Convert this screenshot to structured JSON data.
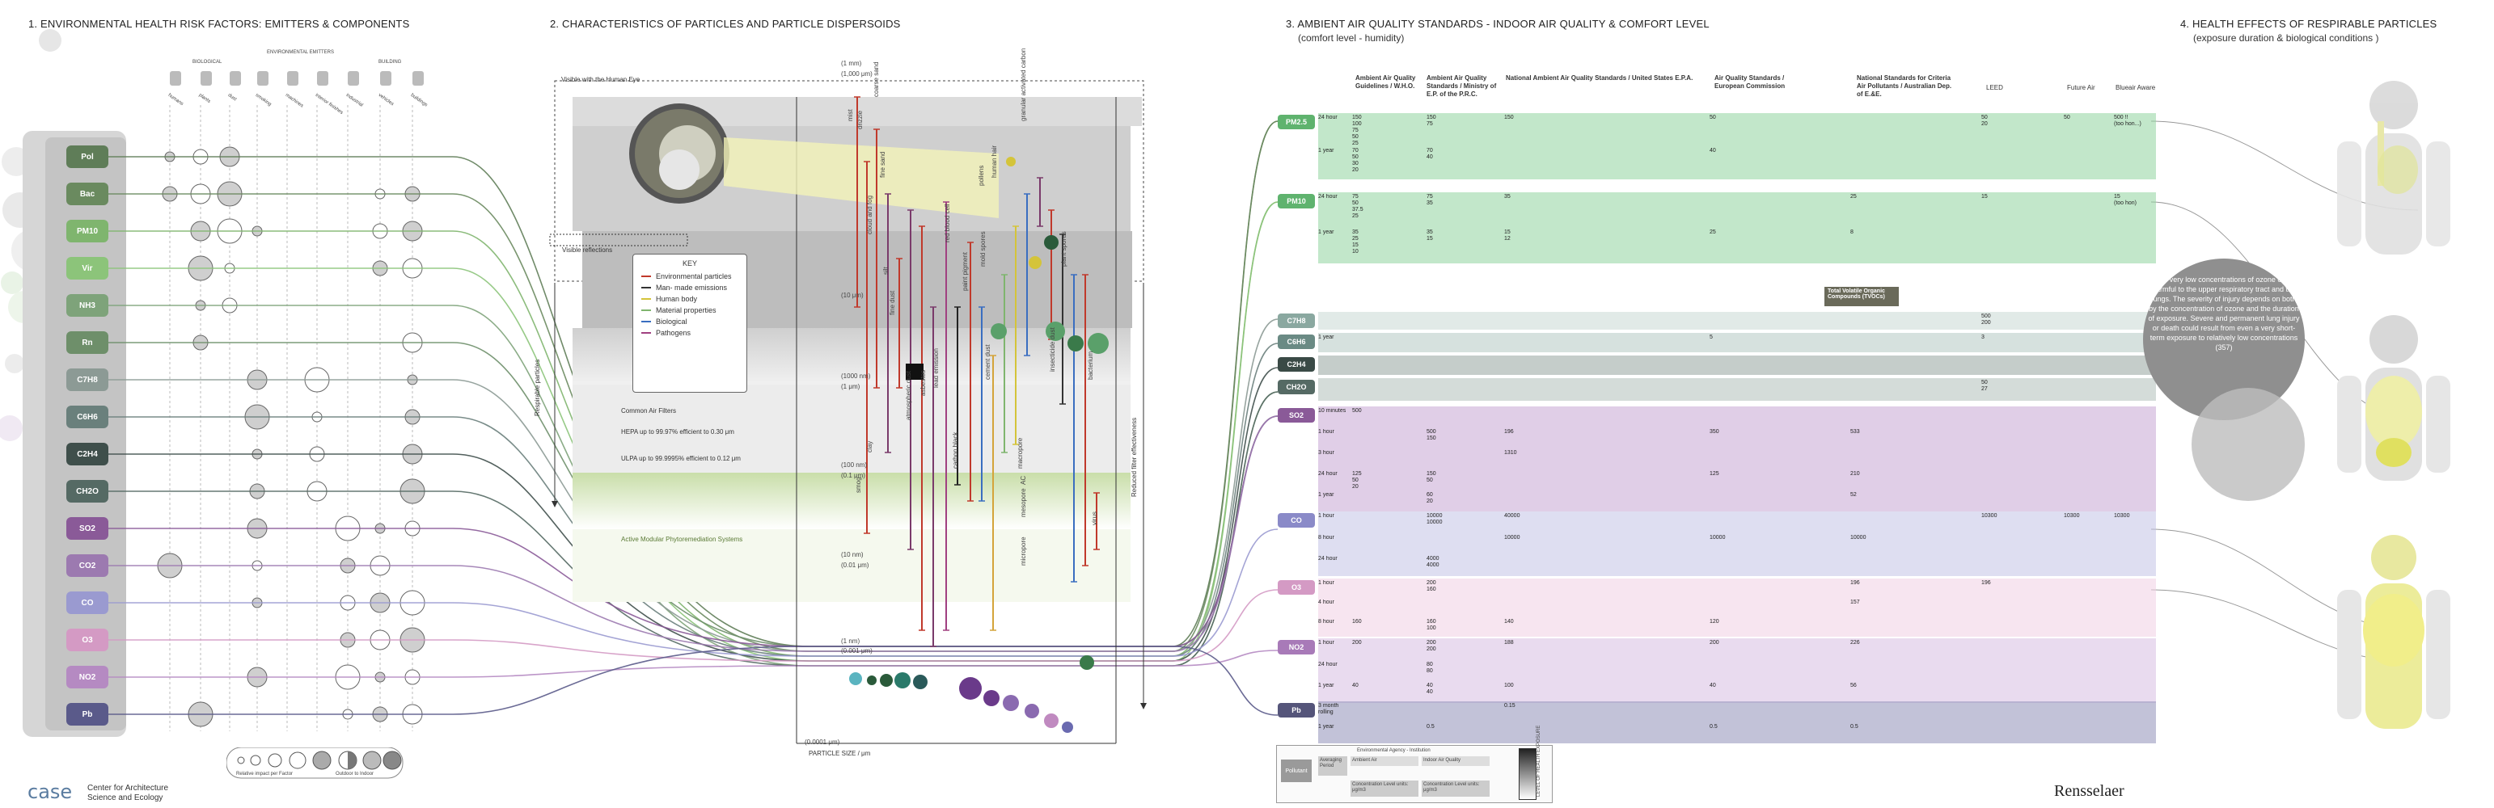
{
  "sections": {
    "s1": {
      "title": "1.  ENVIRONMENTAL HEALTH RISK FACTORS: EMITTERS & COMPONENTS",
      "emitters_heading": "ENVIRONMENTAL EMITTERS",
      "bio_label": "BIOLOGICAL",
      "bld_label": "BUILDING"
    },
    "s2": {
      "title": "2.  CHARACTERISTICS OF PARTICLES AND PARTICLE DISPERSOIDS"
    },
    "s3": {
      "title": "3.  AMBIENT AIR QUALITY STANDARDS - INDOOR AIR QUALITY & COMFORT LEVEL",
      "subtitle": "(comfort level - humidity)"
    },
    "s4": {
      "title": "4.  HEALTH EFFECTS OF RESPIRABLE PARTICLES",
      "subtitle": "(exposure duration & biological conditions )"
    }
  },
  "emitters": [
    "humans",
    "plants",
    "dust",
    "smoking",
    "machines",
    "interior finishes",
    "industrial",
    "vehicles",
    "buildings"
  ],
  "factors": [
    {
      "label": "Pol",
      "color": "#5f7d58"
    },
    {
      "label": "Bac",
      "color": "#6a8a5f"
    },
    {
      "label": "PM10",
      "color": "#7fb56e"
    },
    {
      "label": "Vir",
      "color": "#8cc47a"
    },
    {
      "label": "NH3",
      "color": "#7ea37a"
    },
    {
      "label": "Rn",
      "color": "#6e8f6a"
    },
    {
      "label": "C7H8",
      "color": "#8c9a95"
    },
    {
      "label": "C6H6",
      "color": "#6a807c"
    },
    {
      "label": "C2H4",
      "color": "#3f4f4b"
    },
    {
      "label": "CH2O",
      "color": "#556a64"
    },
    {
      "label": "SO2",
      "color": "#8a5a98"
    },
    {
      "label": "CO2",
      "color": "#9c7ab0"
    },
    {
      "label": "CO",
      "color": "#9a9ad0"
    },
    {
      "label": "O3",
      "color": "#d49ac4"
    },
    {
      "label": "NO2",
      "color": "#b58ac2"
    },
    {
      "label": "Pb",
      "color": "#5a5a8a"
    }
  ],
  "impact_legend": {
    "label1": "Relative impact per Factor",
    "label2": "Outdoor  to  Indoor"
  },
  "logo": {
    "abbr": "case",
    "line1": "Center for Architecture",
    "line2": "Science and Ecology"
  },
  "rpi": "Rensselaer",
  "particles": {
    "visible_label": "Visible with the Human Eye",
    "visible_reflections": "Visible reflections",
    "respirable": "Respirable particles",
    "reduced_filter": "Reduced filter effectiveness",
    "axis_label": "PARTICLE SIZE / μm",
    "scale": [
      "(1 mm)",
      "(1,000 μm)",
      "(10 μm)",
      "(1000 nm)",
      "(1 μm)",
      "(100 nm)",
      "(0.1 μm)",
      "(10 nm)",
      "(0.01 μm)",
      "(1 nm)",
      "(0.001 μm)",
      "(0.0001 μm)"
    ],
    "common_filters": "Common Air Filters",
    "hepa": "HEPA up to 99.97% efficient to 0.30 μm",
    "ulpa": "ULPA up to 99.9995% efficient to 0.12 μm",
    "amps": "Active Modular Phytoremediation Systems",
    "particle_labels": [
      "coarse sand",
      "fine sand",
      "mist",
      "drizzle",
      "silt",
      "cloud and fog",
      "fine dust",
      "clay",
      "smog",
      "atmospheric dust",
      "asbestos",
      "lead emission",
      "carbon black",
      "cement dust",
      "paint pigment",
      "pollens",
      "human hair",
      "red blood cell",
      "mold spores",
      "insecticide dust",
      "plant spores",
      "bacterium",
      "virus",
      "granular activated carbon",
      "macropore",
      "mesopore",
      "micropore",
      "AC"
    ]
  },
  "key": {
    "title": "KEY",
    "items": [
      {
        "label": "Environmental particles",
        "color": "#c0392b"
      },
      {
        "label": "Man- made emissions",
        "color": "#333333"
      },
      {
        "label": "Human body",
        "color": "#d4c43a"
      },
      {
        "label": "Material properties",
        "color": "#7fb56e"
      },
      {
        "label": "Biological",
        "color": "#3a6ec0"
      },
      {
        "label": "Pathogens",
        "color": "#a04080"
      }
    ]
  },
  "standards": {
    "columns": [
      "Ambient Air Quality Guidelines / W.H.O.",
      "Ambient Air Quality Standards / Ministry of E.P. of the P.R.C.",
      "National Ambient Air Quality Standards / United States E.P.A.",
      "Air Quality Standards / European Commission",
      "National Standards for Criteria Air Pollutants / Australian Dep. of  E.&E."
    ],
    "indoor_columns": [
      "LEED",
      "Future Air",
      "Blueair Aware"
    ],
    "tvoc": "Total Volatile Organic Compounds (TVOCs)",
    "pollutants": [
      {
        "label": "PM2.5",
        "color": "#5fb36e",
        "bg": "#8fd39e",
        "rows": [
          {
            "period": "24 hour",
            "who": "150\n100\n75\n50\n25",
            "prc": "150\n75",
            "epa": "150",
            "ec": "50",
            "au": "",
            "leed": "50\n20",
            "future": "50",
            "blue": "500 !!\n(too hon...)"
          },
          {
            "period": "1 year",
            "who": "70\n50\n30\n20",
            "prc": "70\n40",
            "epa": "",
            "ec": "40",
            "au": "",
            "leed": "",
            "future": "",
            "blue": ""
          }
        ]
      },
      {
        "label": "PM10",
        "color": "#5fb36e",
        "bg": "#8fd39e",
        "rows": [
          {
            "period": "24 hour",
            "who": "75\n50\n37.5\n25",
            "prc": "75\n35",
            "epa": "35",
            "ec": "",
            "au": "25",
            "leed": "15",
            "future": "",
            "blue": "15\n(too hon)"
          },
          {
            "period": "1 year",
            "who": "35\n25\n15\n10",
            "prc": "35\n15",
            "epa": "15\n12",
            "ec": "25",
            "au": "8",
            "leed": "",
            "future": "",
            "blue": ""
          }
        ]
      },
      {
        "label": "C7H8",
        "color": "#8aa8a0",
        "bg": "#c8d9d3",
        "rows": [
          {
            "period": "",
            "who": "",
            "prc": "",
            "epa": "",
            "ec": "",
            "au": "",
            "leed": "500\n200",
            "future": "",
            "blue": ""
          }
        ]
      },
      {
        "label": "C6H6",
        "color": "#6a8a84",
        "bg": "#b5c8c3",
        "rows": [
          {
            "period": "1 year",
            "who": "",
            "prc": "",
            "epa": "",
            "ec": "5",
            "au": "",
            "leed": "3",
            "future": "",
            "blue": ""
          }
        ]
      },
      {
        "label": "C2H4",
        "color": "#3a4a46",
        "bg": "#95a49f",
        "rows": [
          {
            "period": "",
            "who": "",
            "prc": "",
            "epa": "",
            "ec": "",
            "au": "",
            "leed": "",
            "future": "",
            "blue": ""
          }
        ]
      },
      {
        "label": "CH2O",
        "color": "#556a64",
        "bg": "#b0bfba",
        "rows": [
          {
            "period": "",
            "who": "",
            "prc": "",
            "epa": "",
            "ec": "",
            "au": "",
            "leed": "50\n27",
            "future": "",
            "blue": ""
          }
        ]
      },
      {
        "label": "SO2",
        "color": "#8a5a98",
        "bg": "#c7a6d3",
        "rows": [
          {
            "period": "10 minutes",
            "who": "500",
            "prc": "",
            "epa": "",
            "ec": "",
            "au": "",
            "leed": "",
            "future": "",
            "blue": ""
          },
          {
            "period": "1 hour",
            "who": "",
            "prc": "500\n150",
            "epa": "196",
            "ec": "350",
            "au": "533",
            "leed": "",
            "future": "",
            "blue": ""
          },
          {
            "period": "3 hour",
            "who": "",
            "prc": "",
            "epa": "1310",
            "ec": "",
            "au": "",
            "leed": "",
            "future": "",
            "blue": ""
          },
          {
            "period": "24 hour",
            "who": "125\n50\n20",
            "prc": "150\n50",
            "epa": "",
            "ec": "125",
            "au": "210",
            "leed": "",
            "future": "",
            "blue": ""
          },
          {
            "period": "1 year",
            "who": "",
            "prc": "60\n20",
            "epa": "",
            "ec": "",
            "au": "52",
            "leed": "",
            "future": "",
            "blue": ""
          }
        ]
      },
      {
        "label": "CO",
        "color": "#8a8ac8",
        "bg": "#c3c3e6",
        "rows": [
          {
            "period": "1 hour",
            "who": "",
            "prc": "10000\n10000",
            "epa": "40000",
            "ec": "",
            "au": "",
            "leed": "10300",
            "future": "10300",
            "blue": "10300"
          },
          {
            "period": "8 hour",
            "who": "",
            "prc": "",
            "epa": "10000",
            "ec": "10000",
            "au": "10000",
            "leed": "",
            "future": "",
            "blue": ""
          },
          {
            "period": "24 hour",
            "who": "",
            "prc": "4000\n4000",
            "epa": "",
            "ec": "",
            "au": "",
            "leed": "",
            "future": "",
            "blue": ""
          }
        ]
      },
      {
        "label": "O3",
        "color": "#d49ac4",
        "bg": "#f0cfe4",
        "rows": [
          {
            "period": "1 hour",
            "who": "",
            "prc": "200\n160",
            "epa": "",
            "ec": "",
            "au": "196",
            "leed": "196",
            "future": "",
            "blue": ""
          },
          {
            "period": "4 hour",
            "who": "",
            "prc": "",
            "epa": "",
            "ec": "",
            "au": "157",
            "leed": "",
            "future": "",
            "blue": ""
          },
          {
            "period": "8 hour",
            "who": "160",
            "prc": "160\n100",
            "epa": "140",
            "ec": "120",
            "au": "",
            "leed": "",
            "future": "",
            "blue": ""
          }
        ]
      },
      {
        "label": "NO2",
        "color": "#a87ab8",
        "bg": "#d7bde2",
        "rows": [
          {
            "period": "1 hour",
            "who": "200",
            "prc": "200\n200",
            "epa": "188",
            "ec": "200",
            "au": "226",
            "leed": "",
            "future": "",
            "blue": ""
          },
          {
            "period": "24 hour",
            "who": "",
            "prc": "80\n80",
            "epa": "",
            "ec": "",
            "au": "",
            "leed": "",
            "future": "",
            "blue": ""
          },
          {
            "period": "1 year",
            "who": "40",
            "prc": "40\n40",
            "epa": "100",
            "ec": "40",
            "au": "56",
            "leed": "",
            "future": "",
            "blue": ""
          }
        ]
      },
      {
        "label": "Pb",
        "color": "#55557a",
        "bg": "#9090b8",
        "rows": [
          {
            "period": "3 month rolling",
            "who": "",
            "prc": "",
            "epa": "0.15",
            "ec": "",
            "au": "",
            "leed": "",
            "future": "",
            "blue": ""
          },
          {
            "period": "1 year",
            "who": "",
            "prc": "0.5",
            "epa": "",
            "ec": "0.5",
            "au": "0.5",
            "leed": "",
            "future": "",
            "blue": ""
          }
        ]
      }
    ],
    "legend": {
      "pollutant": "Pollutant",
      "agency": "Environmental Agency - Institution",
      "avg": "Averaging Period",
      "ambient": "Ambient Air",
      "indoor": "Indoor Air Quality",
      "conc1": "Concentration Level units: μg/m3",
      "conc2": "Concentration Level units: μg/m3",
      "health": "LEVEL OF HEALTH EXPOSURE"
    }
  },
  "quote": "\"Even very low concentrations of ozone can be harmful to the upper respiratory tract and the lungs. The severity of injury depends on both by the concentration of ozone and the duration of exposure. Severe and permanent lung injury or death could result from even a very short-term exposure to relatively low concentrations (357)"
}
